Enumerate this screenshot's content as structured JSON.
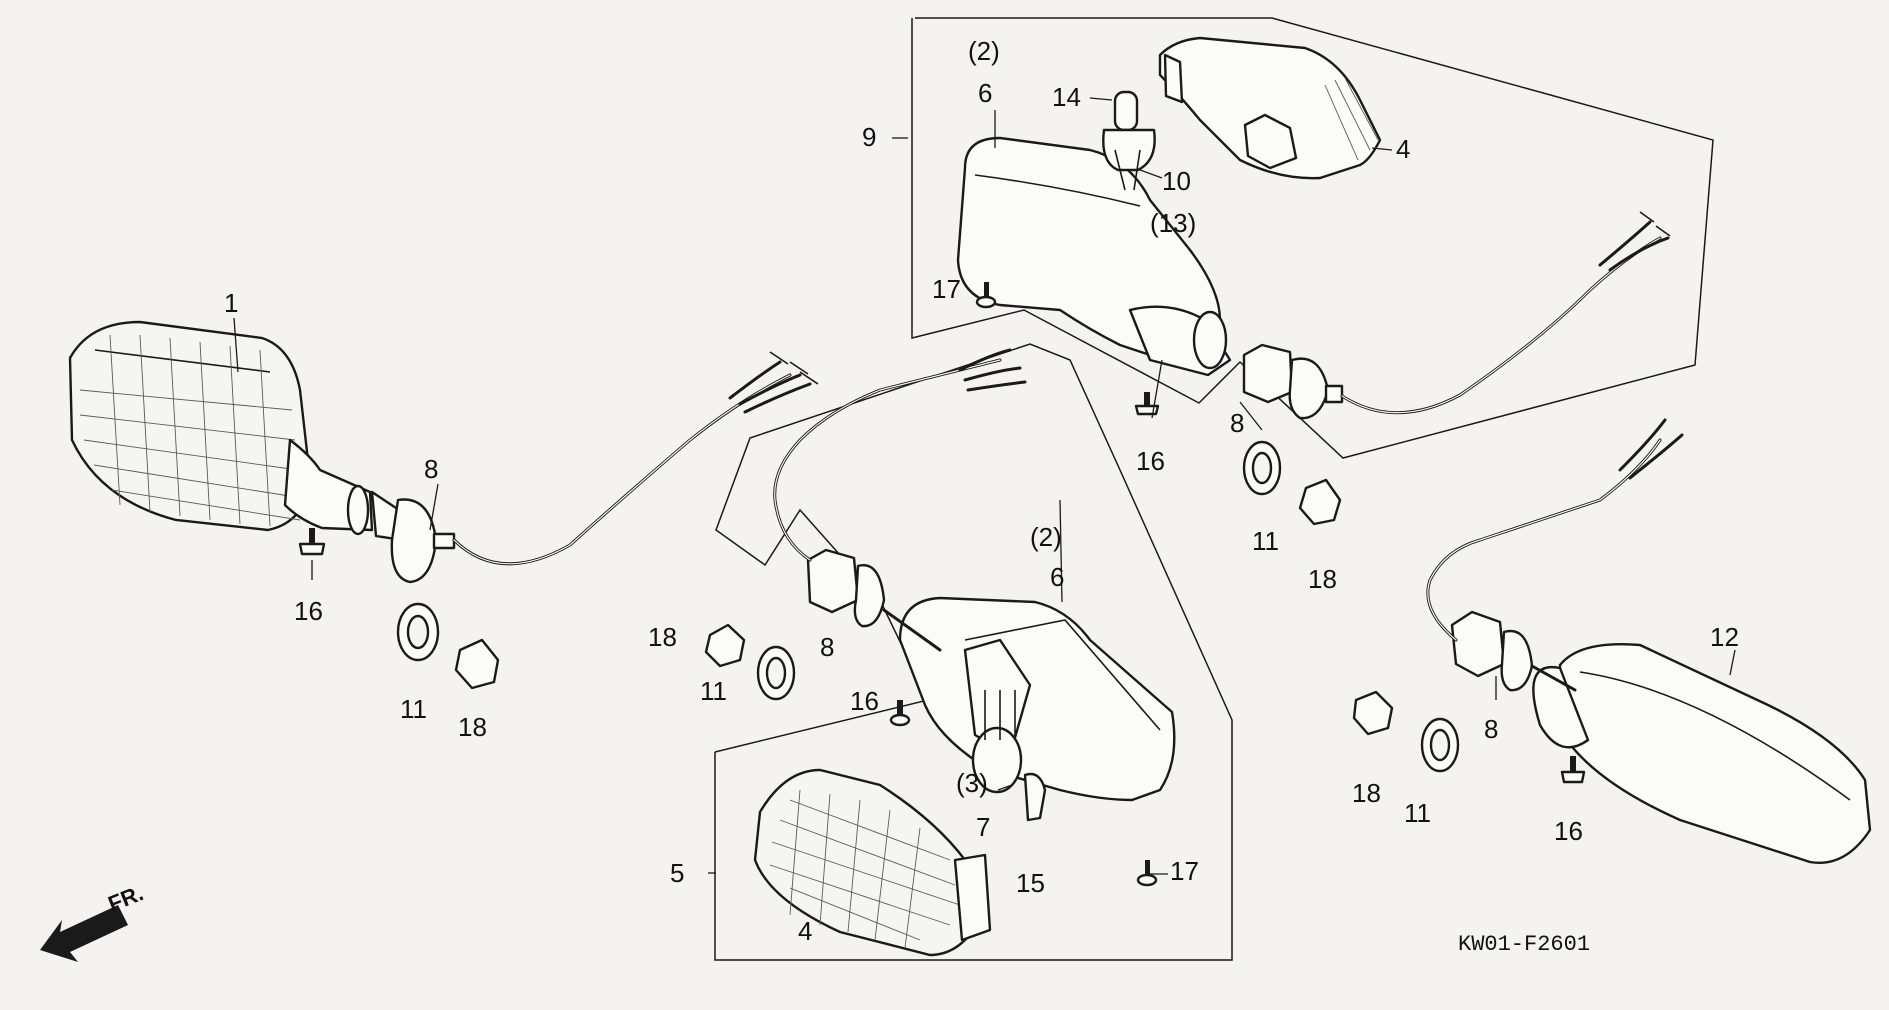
{
  "diagram_code": "KW01-F2601",
  "direction_label": "FR.",
  "callouts": [
    {
      "id": "c1",
      "text": "1"
    },
    {
      "id": "c2",
      "text": "(2)"
    },
    {
      "id": "c3",
      "text": "6"
    },
    {
      "id": "c4",
      "text": "9"
    },
    {
      "id": "c5",
      "text": "14"
    },
    {
      "id": "c6",
      "text": "10"
    },
    {
      "id": "c7",
      "text": "(13)"
    },
    {
      "id": "c8",
      "text": "4"
    },
    {
      "id": "c9",
      "text": "17"
    },
    {
      "id": "c10",
      "text": "16"
    },
    {
      "id": "c11",
      "text": "8"
    },
    {
      "id": "c12",
      "text": "11"
    },
    {
      "id": "c13",
      "text": "18"
    },
    {
      "id": "c14",
      "text": "8"
    },
    {
      "id": "c15",
      "text": "16"
    },
    {
      "id": "c16",
      "text": "11"
    },
    {
      "id": "c17",
      "text": "18"
    },
    {
      "id": "c18",
      "text": "(2)"
    },
    {
      "id": "c19",
      "text": "6"
    },
    {
      "id": "c20",
      "text": "18"
    },
    {
      "id": "c21",
      "text": "8"
    },
    {
      "id": "c22",
      "text": "11"
    },
    {
      "id": "c23",
      "text": "16"
    },
    {
      "id": "c24",
      "text": "(3)"
    },
    {
      "id": "c25",
      "text": "7"
    },
    {
      "id": "c26",
      "text": "15"
    },
    {
      "id": "c27",
      "text": "17"
    },
    {
      "id": "c28",
      "text": "5"
    },
    {
      "id": "c29",
      "text": "4"
    },
    {
      "id": "c30",
      "text": "12"
    },
    {
      "id": "c31",
      "text": "8"
    },
    {
      "id": "c32",
      "text": "18"
    },
    {
      "id": "c33",
      "text": "11"
    },
    {
      "id": "c34",
      "text": "16"
    }
  ]
}
